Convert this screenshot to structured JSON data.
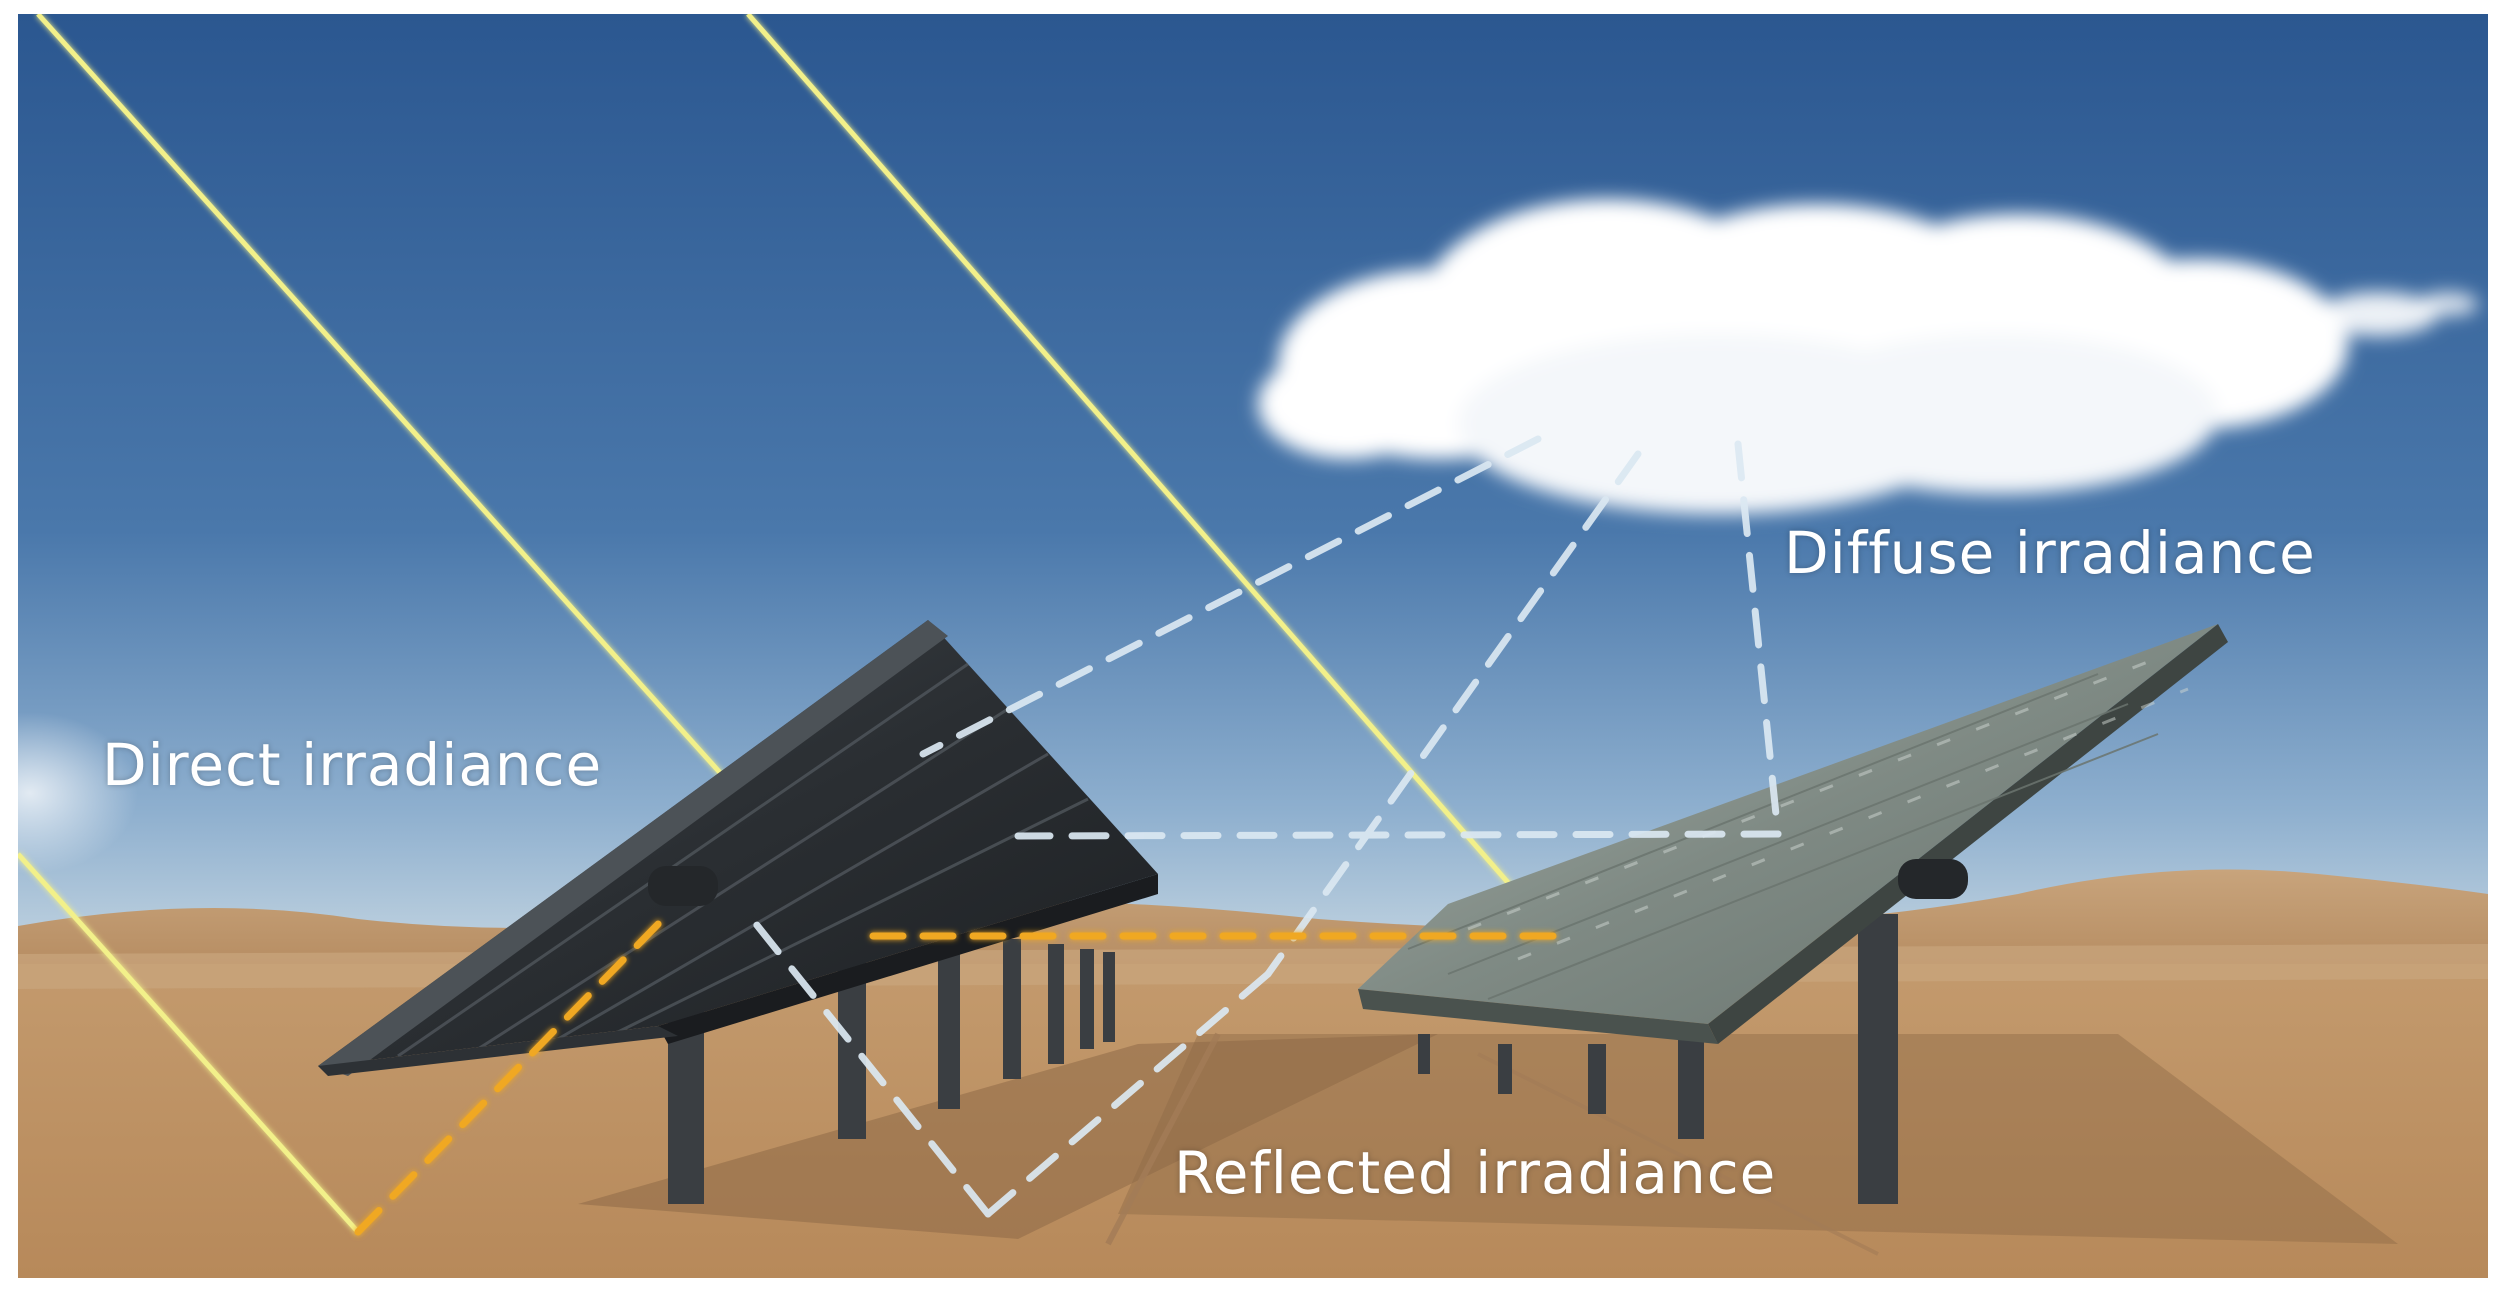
{
  "labels": {
    "direct": "Direct irradiance",
    "diffuse": "Diffuse irradiance",
    "reflected": "Reflected irradiance"
  },
  "colors": {
    "sky_top": "#2c5a96",
    "sky_bottom": "#a9c3d8",
    "sand": "#c49a6c",
    "dunes": "#b88a5a",
    "sun_ray": "#f2f08a",
    "diffuse_ray": "#dbe8f2",
    "reflected_ray": "#f0a820",
    "panel_dark": "#2b2f33",
    "panel_light": "#8f9a93",
    "post": "#3a3e42",
    "cloud": "#ffffff",
    "label_text": "#ffffff"
  }
}
